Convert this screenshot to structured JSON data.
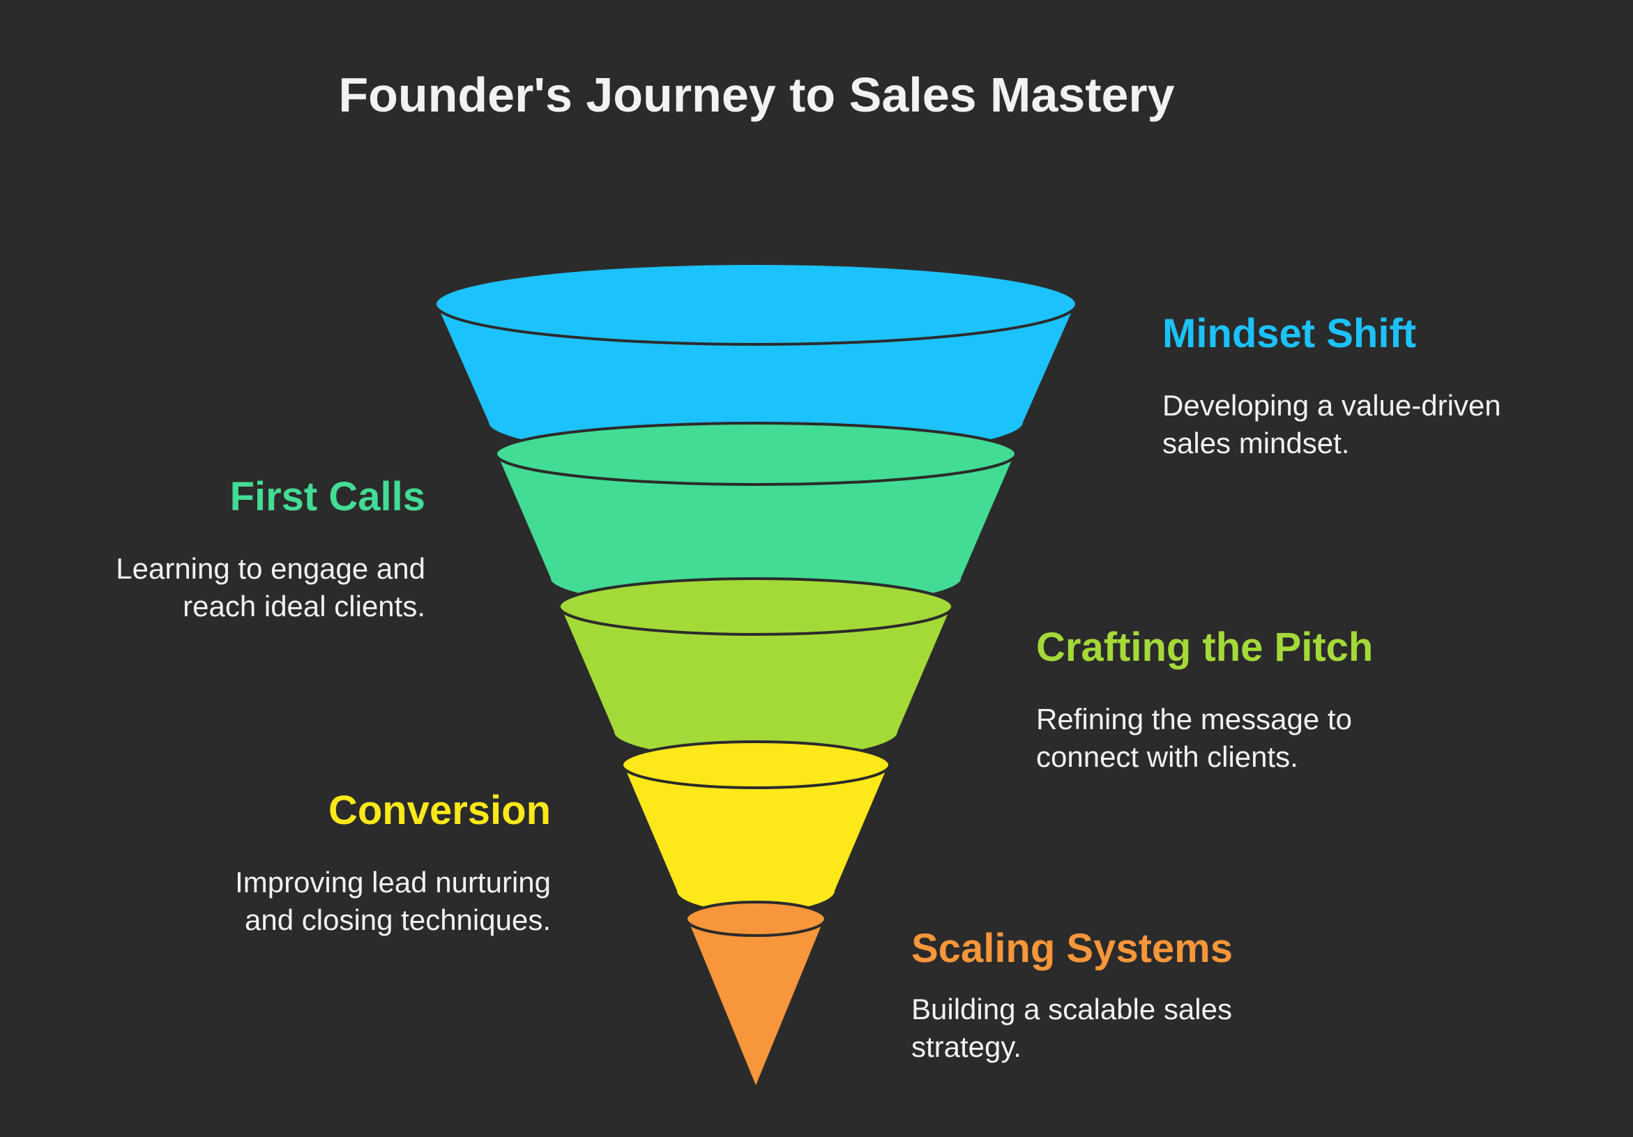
{
  "title": "Founder's Journey to Sales Mastery",
  "stages": [
    {
      "heading": "Mindset Shift",
      "description": "Developing a value-driven sales mindset.",
      "color": "#1cc2fc"
    },
    {
      "heading": "First Calls",
      "description": "Learning to engage and reach ideal clients.",
      "color": "#43dc94"
    },
    {
      "heading": "Crafting the Pitch",
      "description": "Refining the message to connect with clients.",
      "color": "#a4da38"
    },
    {
      "heading": "Conversion",
      "description": "Improving lead nurturing and closing techniques.",
      "color": "#fde81a"
    },
    {
      "heading": "Scaling Systems",
      "description": "Building a scalable sales strategy.",
      "color": "#f7963a"
    }
  ],
  "background": "#2b2b2b",
  "outline": "#2b2b2b"
}
